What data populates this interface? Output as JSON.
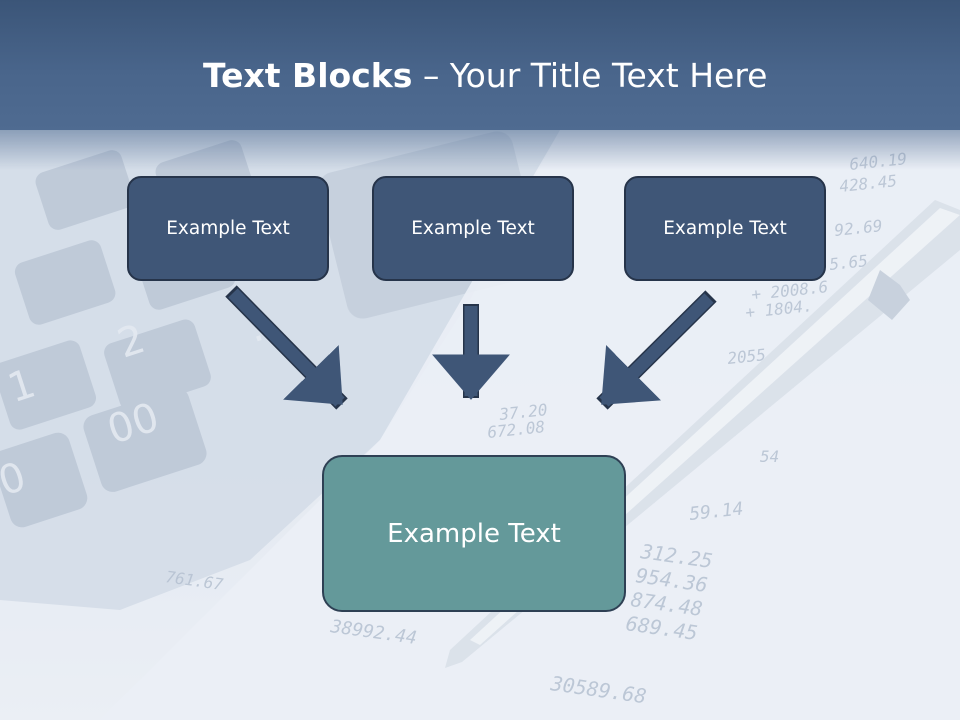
{
  "slide": {
    "title_bold": "Text Blocks",
    "title_dash": " – ",
    "title_rest": "Your Title Text Here"
  },
  "boxes": [
    {
      "label": "Example Text"
    },
    {
      "label": "Example Text"
    },
    {
      "label": "Example Text"
    }
  ],
  "target_box": {
    "label": "Example Text"
  },
  "background_numbers": [
    "640.19",
    "428.45",
    "92.69",
    "5.65",
    "+ 2008.6",
    "+ 1804.",
    "2055",
    "59.14",
    "312.25",
    "954.36",
    "874.48",
    "689.45",
    "38992.44",
    "30589.68",
    "761.67",
    "672.08",
    "37.20",
    "54",
    "00",
    "2",
    "1"
  ],
  "colors": {
    "header": "#4a668c",
    "box_fill": "#3f5677",
    "target_fill": "#64999a",
    "arrow": "#3f5677"
  }
}
